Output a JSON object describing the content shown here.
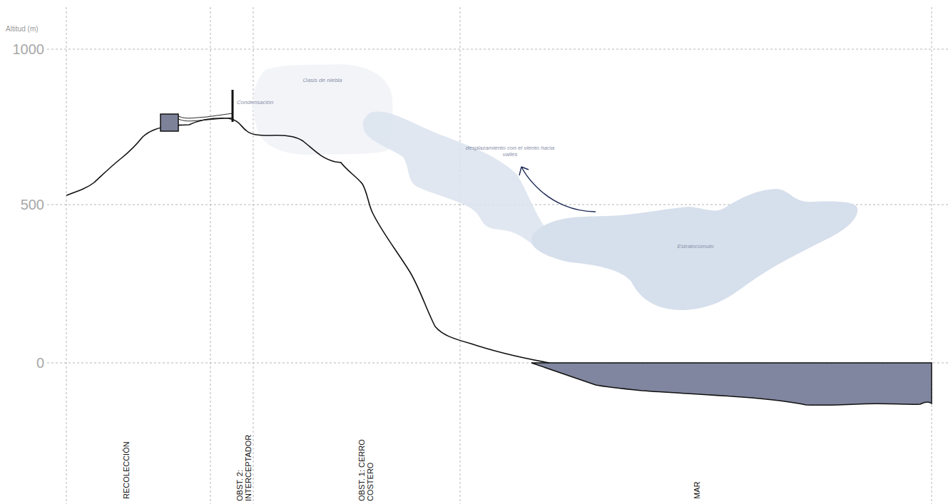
{
  "diagram": {
    "nodes": [
      {
        "text": [
          "Oasis de niebla"
        ]
      },
      {
        "text": [
          "Estratocúmulo"
        ]
      }
    ],
    "labels": [
      "Altitud (m)",
      "1000",
      "500",
      "0",
      "Condensación",
      "desplazamiento con el viento hacia valles",
      "RECOLECCIÓN",
      "OBST. 2: INTERCEPTADOR",
      "OBST. 1: CERRO COSTERO",
      "MAR"
    ]
  }
}
